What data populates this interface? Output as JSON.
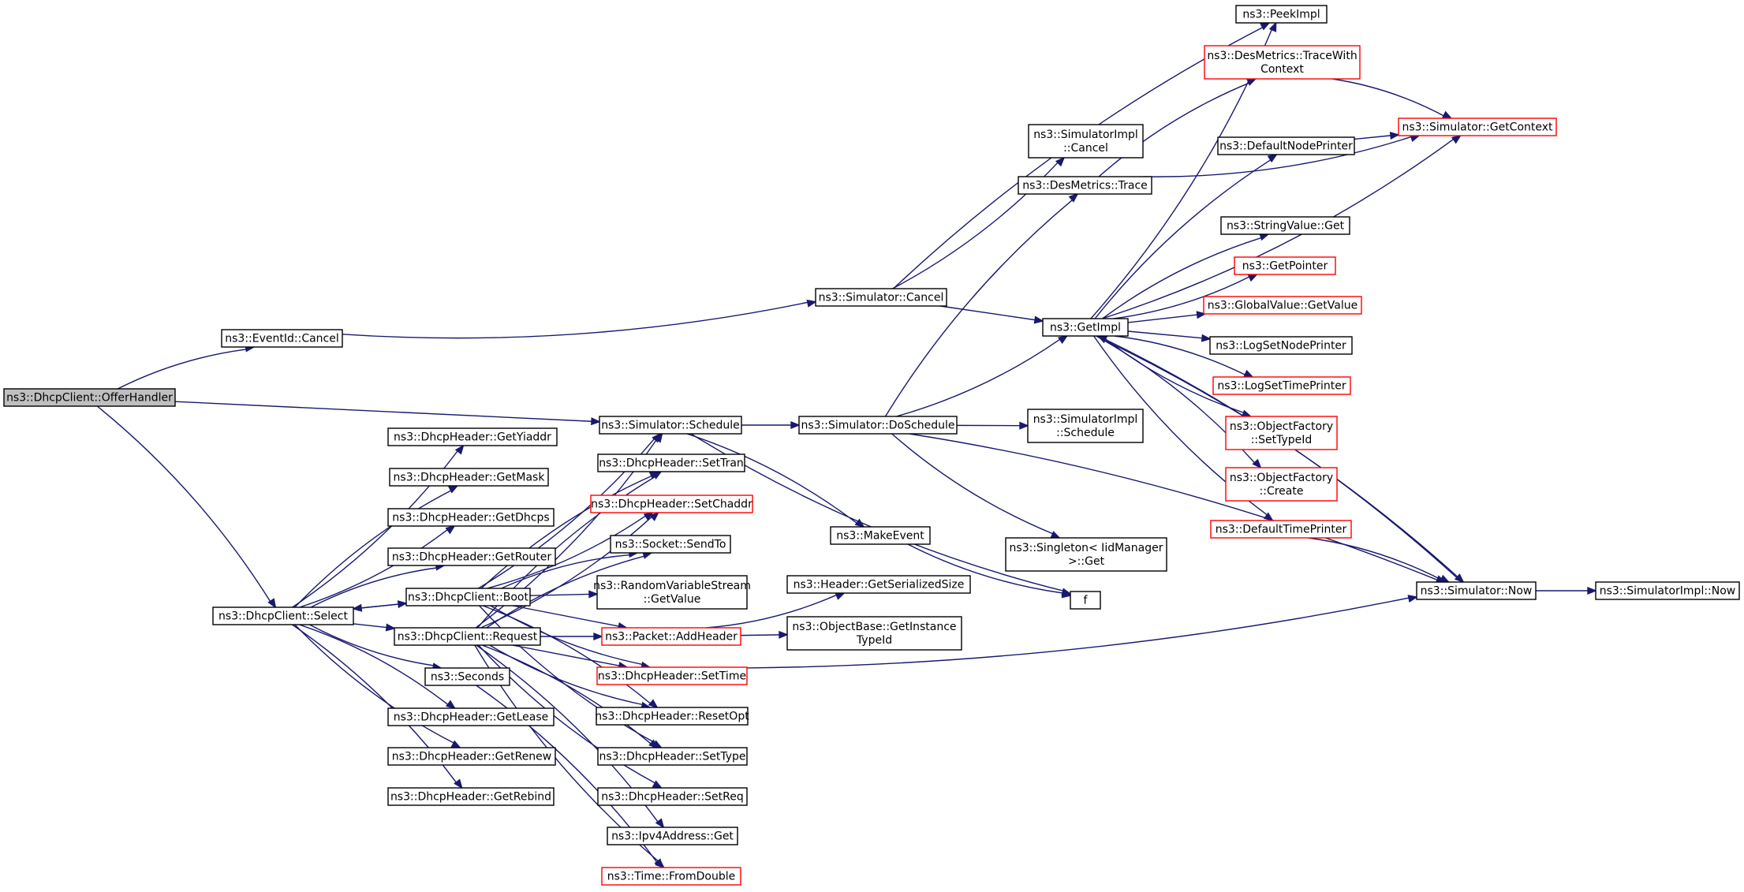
{
  "colors": {
    "edge": "#191970",
    "node_border": "#000000",
    "node_border_truncated": "#ff0000",
    "root_fill": "#bfbfbf",
    "node_fill": "#ffffff"
  },
  "nodes": [
    {
      "id": "offer",
      "lines": [
        "ns3::DhcpClient::OfferHandler"
      ],
      "root": true
    },
    {
      "id": "evcancel",
      "lines": [
        "ns3::EventId::Cancel"
      ]
    },
    {
      "id": "select",
      "lines": [
        "ns3::DhcpClient::Select"
      ]
    },
    {
      "id": "simcancel",
      "lines": [
        "ns3::Simulator::Cancel"
      ]
    },
    {
      "id": "schedule",
      "lines": [
        "ns3::Simulator::Schedule"
      ]
    },
    {
      "id": "getyiaddr",
      "lines": [
        "ns3::DhcpHeader::GetYiaddr"
      ]
    },
    {
      "id": "getmask",
      "lines": [
        "ns3::DhcpHeader::GetMask"
      ]
    },
    {
      "id": "getdhcps",
      "lines": [
        "ns3::DhcpHeader::GetDhcps"
      ]
    },
    {
      "id": "getrouter",
      "lines": [
        "ns3::DhcpHeader::GetRouter"
      ]
    },
    {
      "id": "boot",
      "lines": [
        "ns3::DhcpClient::Boot"
      ]
    },
    {
      "id": "request",
      "lines": [
        "ns3::DhcpClient::Request"
      ]
    },
    {
      "id": "seconds",
      "lines": [
        "ns3::Seconds"
      ]
    },
    {
      "id": "getlease",
      "lines": [
        "ns3::DhcpHeader::GetLease"
      ]
    },
    {
      "id": "getrenew",
      "lines": [
        "ns3::DhcpHeader::GetRenew"
      ]
    },
    {
      "id": "getrebind",
      "lines": [
        "ns3::DhcpHeader::GetRebind"
      ]
    },
    {
      "id": "settran",
      "lines": [
        "ns3::DhcpHeader::SetTran"
      ]
    },
    {
      "id": "setchaddr",
      "lines": [
        "ns3::DhcpHeader::SetChaddr"
      ],
      "truncated": true
    },
    {
      "id": "sendto",
      "lines": [
        "ns3::Socket::SendTo"
      ]
    },
    {
      "id": "rvsget",
      "lines": [
        "ns3::RandomVariableStream",
        "::GetValue"
      ]
    },
    {
      "id": "addheader",
      "lines": [
        "ns3::Packet::AddHeader"
      ],
      "truncated": true
    },
    {
      "id": "settime",
      "lines": [
        "ns3::DhcpHeader::SetTime"
      ],
      "truncated": true
    },
    {
      "id": "resetopt",
      "lines": [
        "ns3::DhcpHeader::ResetOpt"
      ]
    },
    {
      "id": "settype",
      "lines": [
        "ns3::DhcpHeader::SetType"
      ]
    },
    {
      "id": "setreq",
      "lines": [
        "ns3::DhcpHeader::SetReq"
      ]
    },
    {
      "id": "ipv4get",
      "lines": [
        "ns3::Ipv4Address::Get"
      ]
    },
    {
      "id": "fromdouble",
      "lines": [
        "ns3::Time::FromDouble"
      ],
      "truncated": true
    },
    {
      "id": "doschedule",
      "lines": [
        "ns3::Simulator::DoSchedule"
      ]
    },
    {
      "id": "makeevent",
      "lines": [
        "ns3::MakeEvent"
      ]
    },
    {
      "id": "getserialized",
      "lines": [
        "ns3::Header::GetSerializedSize"
      ]
    },
    {
      "id": "getinstance",
      "lines": [
        "ns3::ObjectBase::GetInstance",
        "TypeId"
      ]
    },
    {
      "id": "simimplcancel",
      "lines": [
        "ns3::SimulatorImpl",
        "::Cancel"
      ]
    },
    {
      "id": "desmetricstrace",
      "lines": [
        "ns3::DesMetrics::Trace"
      ]
    },
    {
      "id": "simimplschedule",
      "lines": [
        "ns3::SimulatorImpl",
        "::Schedule"
      ]
    },
    {
      "id": "singleton",
      "lines": [
        "ns3::Singleton< IidManager",
        " >::Get"
      ]
    },
    {
      "id": "f",
      "lines": [
        "f"
      ]
    },
    {
      "id": "getimpl",
      "lines": [
        "ns3::GetImpl"
      ]
    },
    {
      "id": "peekimpl",
      "lines": [
        "ns3::PeekImpl"
      ]
    },
    {
      "id": "tracewith",
      "lines": [
        "ns3::DesMetrics::TraceWith",
        "Context"
      ],
      "truncated": true
    },
    {
      "id": "defnodeprinter",
      "lines": [
        "ns3::DefaultNodePrinter"
      ]
    },
    {
      "id": "stringget",
      "lines": [
        "ns3::StringValue::Get"
      ]
    },
    {
      "id": "getpointer",
      "lines": [
        "ns3::GetPointer"
      ],
      "truncated": true
    },
    {
      "id": "globalget",
      "lines": [
        "ns3::GlobalValue::GetValue"
      ],
      "truncated": true
    },
    {
      "id": "lognodeprinter",
      "lines": [
        "ns3::LogSetNodePrinter"
      ]
    },
    {
      "id": "logtimeprinter",
      "lines": [
        "ns3::LogSetTimePrinter"
      ],
      "truncated": true
    },
    {
      "id": "ofsettypeid",
      "lines": [
        "ns3::ObjectFactory",
        "::SetTypeId"
      ],
      "truncated": true
    },
    {
      "id": "ofcreate",
      "lines": [
        "ns3::ObjectFactory",
        "::Create"
      ],
      "truncated": true
    },
    {
      "id": "deftimeprinter",
      "lines": [
        "ns3::DefaultTimePrinter"
      ],
      "truncated": true
    },
    {
      "id": "getcontext",
      "lines": [
        "ns3::Simulator::GetContext"
      ],
      "truncated": true
    },
    {
      "id": "simnow",
      "lines": [
        "ns3::Simulator::Now"
      ]
    },
    {
      "id": "simimplnow",
      "lines": [
        "ns3::SimulatorImpl::Now"
      ]
    }
  ],
  "edges": [
    [
      "offer",
      "evcancel"
    ],
    [
      "offer",
      "schedule"
    ],
    [
      "offer",
      "select"
    ],
    [
      "evcancel",
      "simcancel"
    ],
    [
      "simcancel",
      "peekimpl"
    ],
    [
      "simcancel",
      "simimplcancel"
    ],
    [
      "simcancel",
      "getimpl"
    ],
    [
      "schedule",
      "doschedule"
    ],
    [
      "schedule",
      "makeevent"
    ],
    [
      "schedule",
      "f"
    ],
    [
      "doschedule",
      "desmetricstrace"
    ],
    [
      "doschedule",
      "getimpl"
    ],
    [
      "doschedule",
      "simimplschedule"
    ],
    [
      "doschedule",
      "singleton"
    ],
    [
      "doschedule",
      "simnow"
    ],
    [
      "makeevent",
      "f"
    ],
    [
      "desmetricstrace",
      "tracewith"
    ],
    [
      "desmetricstrace",
      "getcontext"
    ],
    [
      "tracewith",
      "getcontext"
    ],
    [
      "getimpl",
      "peekimpl"
    ],
    [
      "getimpl",
      "defnodeprinter"
    ],
    [
      "getimpl",
      "getcontext"
    ],
    [
      "getimpl",
      "stringget"
    ],
    [
      "getimpl",
      "getpointer"
    ],
    [
      "getimpl",
      "globalget"
    ],
    [
      "getimpl",
      "lognodeprinter"
    ],
    [
      "getimpl",
      "logtimeprinter"
    ],
    [
      "getimpl",
      "ofsettypeid"
    ],
    [
      "getimpl",
      "ofcreate"
    ],
    [
      "getimpl",
      "deftimeprinter"
    ],
    [
      "getimpl",
      "simnow"
    ],
    [
      "defnodeprinter",
      "getcontext"
    ],
    [
      "deftimeprinter",
      "simnow"
    ],
    [
      "simnow",
      "getimpl"
    ],
    [
      "simnow",
      "simimplnow"
    ],
    [
      "select",
      "getyiaddr"
    ],
    [
      "select",
      "getmask"
    ],
    [
      "select",
      "getdhcps"
    ],
    [
      "select",
      "getrouter"
    ],
    [
      "select",
      "boot"
    ],
    [
      "select",
      "request"
    ],
    [
      "select",
      "seconds"
    ],
    [
      "select",
      "getlease"
    ],
    [
      "select",
      "getrenew"
    ],
    [
      "select",
      "getrebind"
    ],
    [
      "boot",
      "schedule"
    ],
    [
      "boot",
      "settran"
    ],
    [
      "boot",
      "setchaddr"
    ],
    [
      "boot",
      "sendto"
    ],
    [
      "boot",
      "rvsget"
    ],
    [
      "boot",
      "addheader"
    ],
    [
      "boot",
      "settime"
    ],
    [
      "boot",
      "resetopt"
    ],
    [
      "boot",
      "settype"
    ],
    [
      "boot",
      "select"
    ],
    [
      "request",
      "schedule"
    ],
    [
      "request",
      "settran"
    ],
    [
      "request",
      "setchaddr"
    ],
    [
      "request",
      "sendto"
    ],
    [
      "request",
      "addheader"
    ],
    [
      "request",
      "settime"
    ],
    [
      "request",
      "resetopt"
    ],
    [
      "request",
      "settype"
    ],
    [
      "request",
      "setreq"
    ],
    [
      "request",
      "ipv4get"
    ],
    [
      "request",
      "fromdouble"
    ],
    [
      "seconds",
      "fromdouble"
    ],
    [
      "addheader",
      "getserialized"
    ],
    [
      "addheader",
      "getinstance"
    ],
    [
      "settime",
      "simnow"
    ]
  ]
}
